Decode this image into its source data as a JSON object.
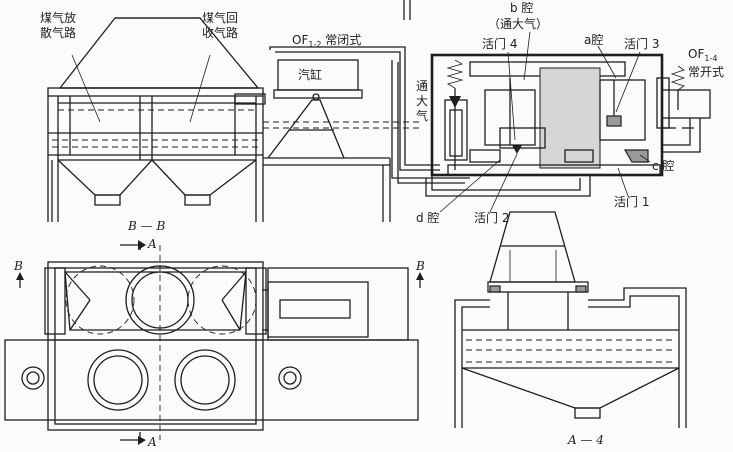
{
  "labels": {
    "vent_path": [
      "煤气放",
      "散气路"
    ],
    "return_path": [
      "煤气回",
      "收气路"
    ],
    "of12_main": "OF",
    "of12_sub": "1-2",
    "of12_suffix": " 常闭式",
    "cylinder": "汽缸",
    "chamber_b": "b 腔",
    "chamber_b_note": "（通大气）",
    "chamber_a": "a腔",
    "valve4": "活门 4",
    "valve3": "活门 3",
    "of14_main": "OF",
    "of14_sub": "1-4",
    "of14_note": "常开式",
    "to_atmosphere": [
      "通",
      "大",
      "气"
    ],
    "chamber_c": "c 腔",
    "chamber_d": "d 腔",
    "valve2": "活门 2",
    "valve1": "活门 1",
    "section_bb": "B — B",
    "section_aa": "A — 4",
    "cut_a_top": "A",
    "cut_a_bottom": "A",
    "cut_b_left": "B",
    "cut_b_right": "B"
  }
}
